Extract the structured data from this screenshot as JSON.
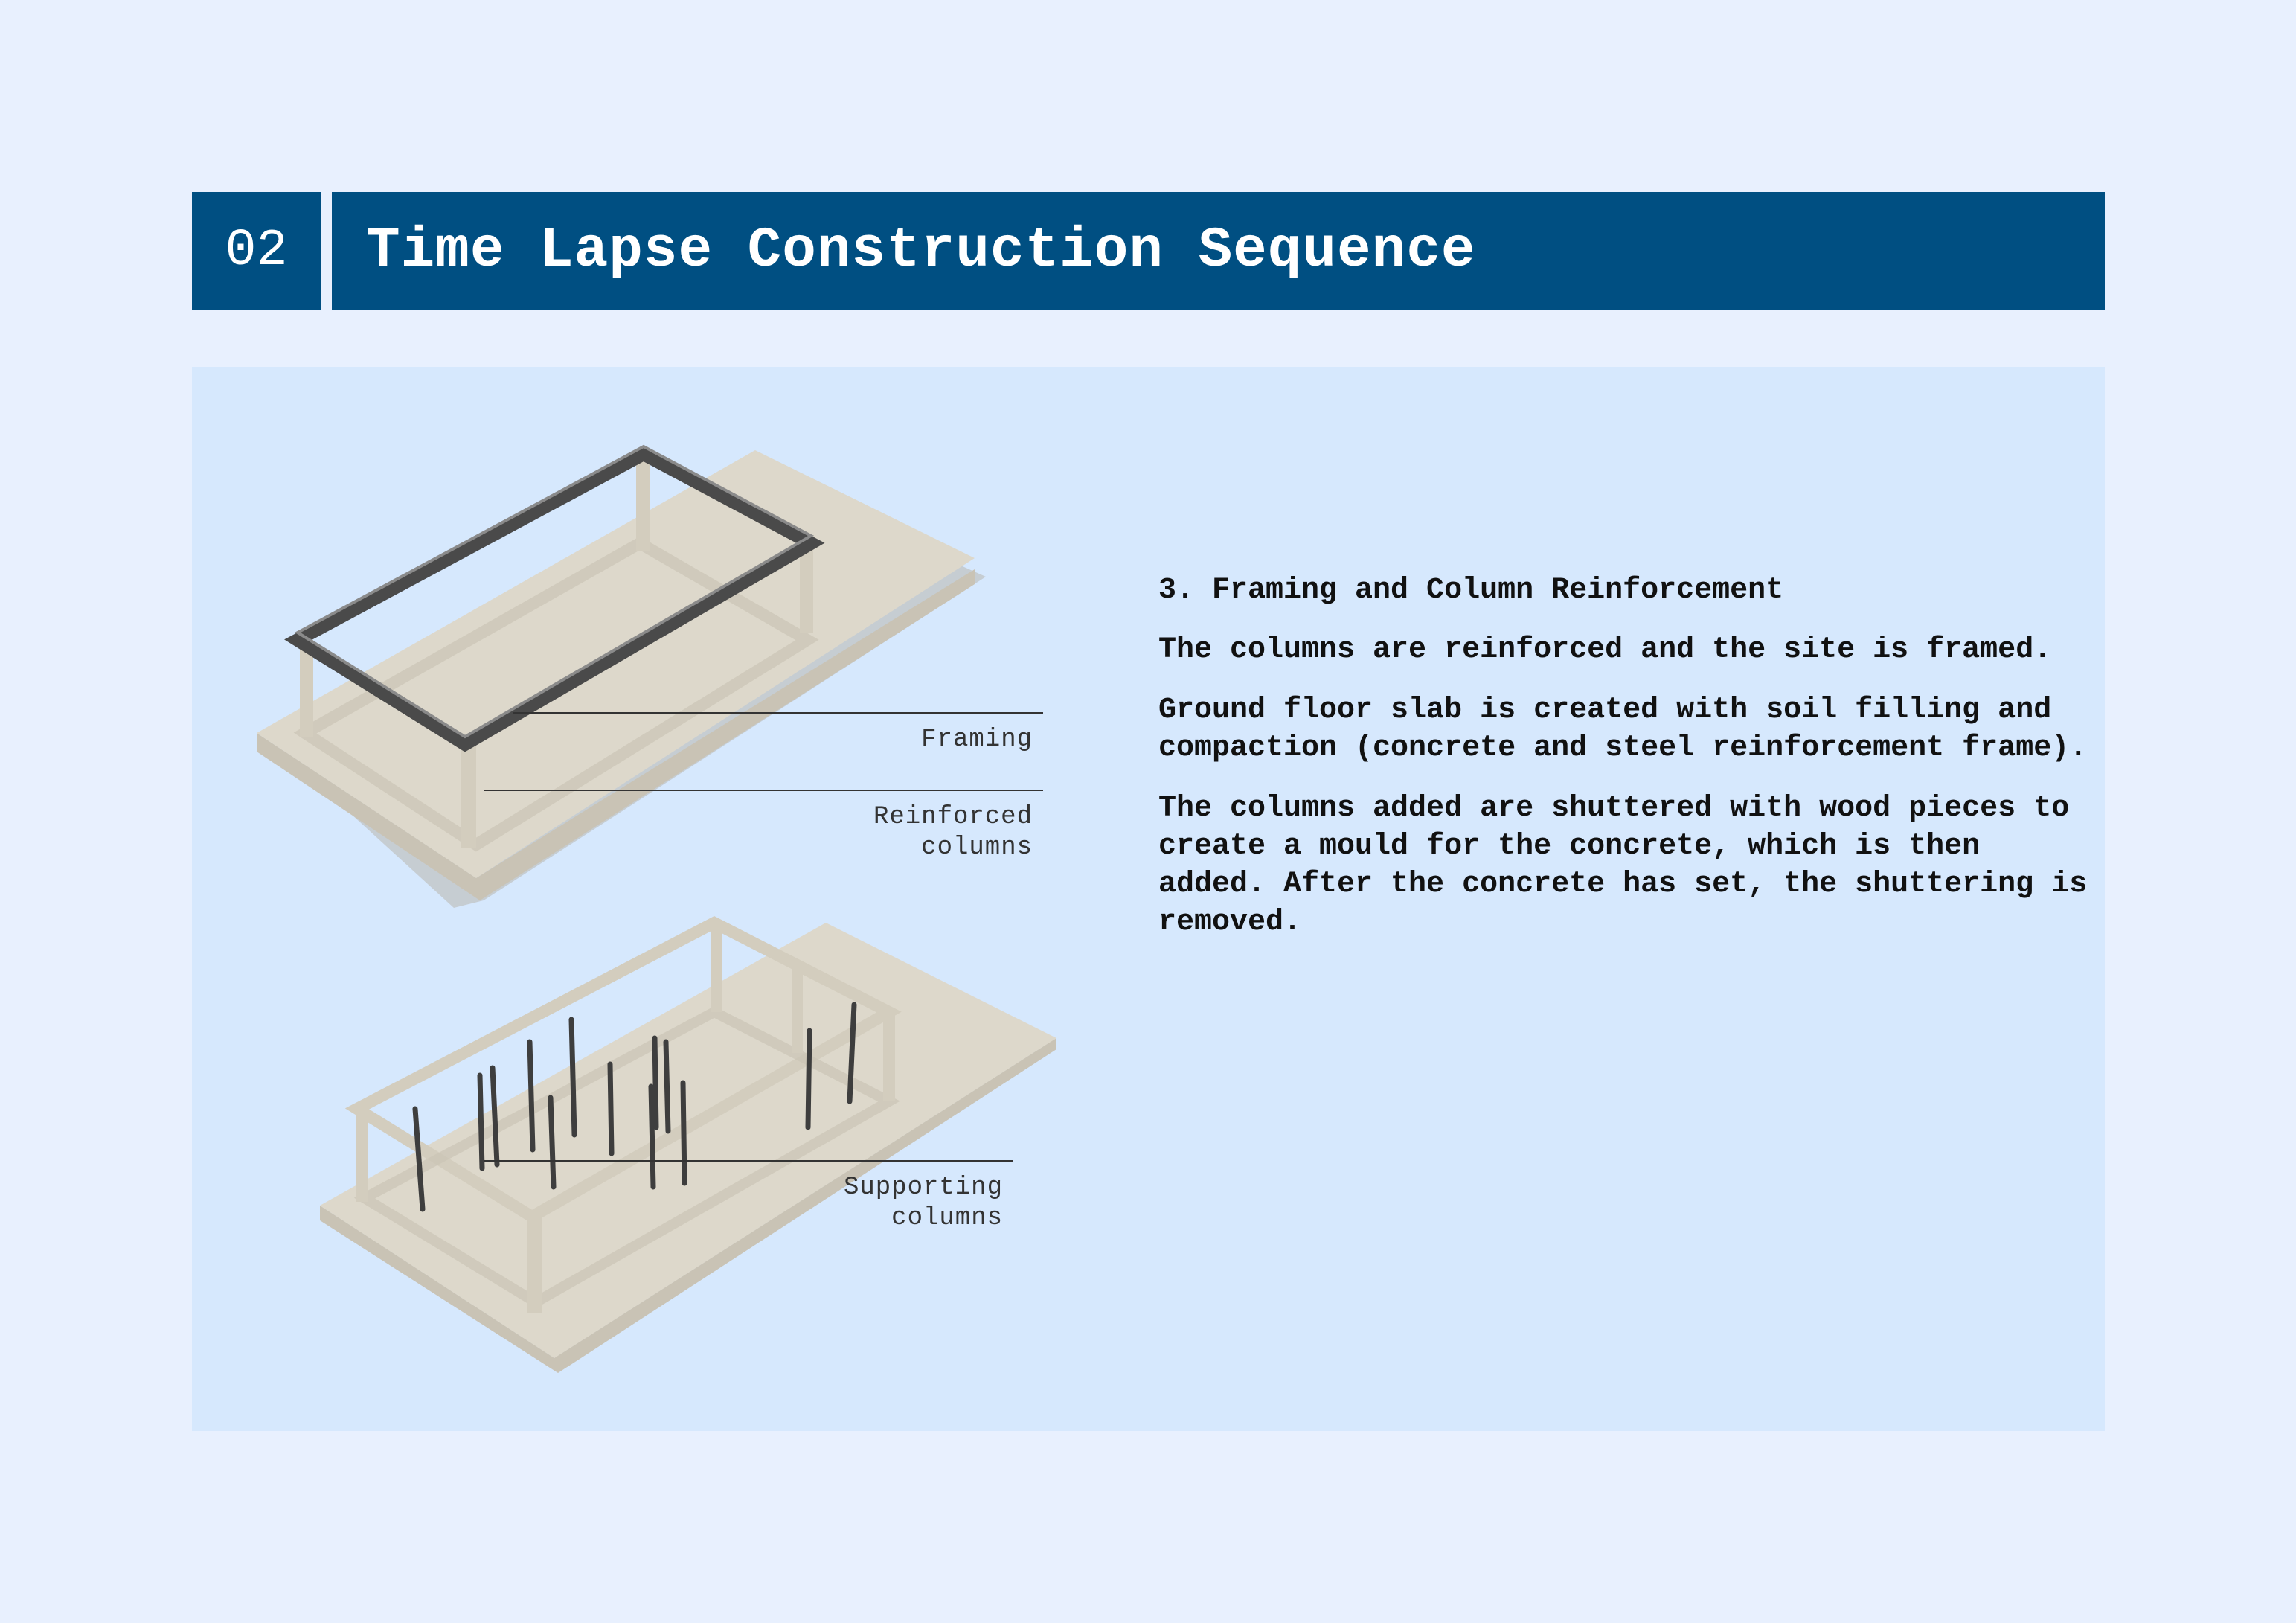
{
  "header": {
    "number": "02",
    "title": "Time Lapse Construction Sequence"
  },
  "diagram": {
    "callouts": {
      "framing": "Framing",
      "reinforced_columns": [
        "Reinforced",
        "columns"
      ],
      "supporting_columns": [
        "Supporting",
        "columns"
      ]
    }
  },
  "step": {
    "heading": "3. Framing and Column Reinforcement",
    "paragraphs": [
      "The columns are reinforced and the site is framed.",
      "Ground floor slab is created with soil filling and compaction (concrete and steel reinforcement frame).",
      "The columns added are shuttered with wood pieces to create a mould for the concrete, which is then added. After the concrete has set, the shuttering is removed."
    ]
  },
  "colors": {
    "header_bg": "#004f82",
    "page_bg": "#e8f0fe",
    "panel_bg": "#d6e8fd",
    "slab": "#ddd8cb",
    "steel": "#4a4a4a"
  }
}
